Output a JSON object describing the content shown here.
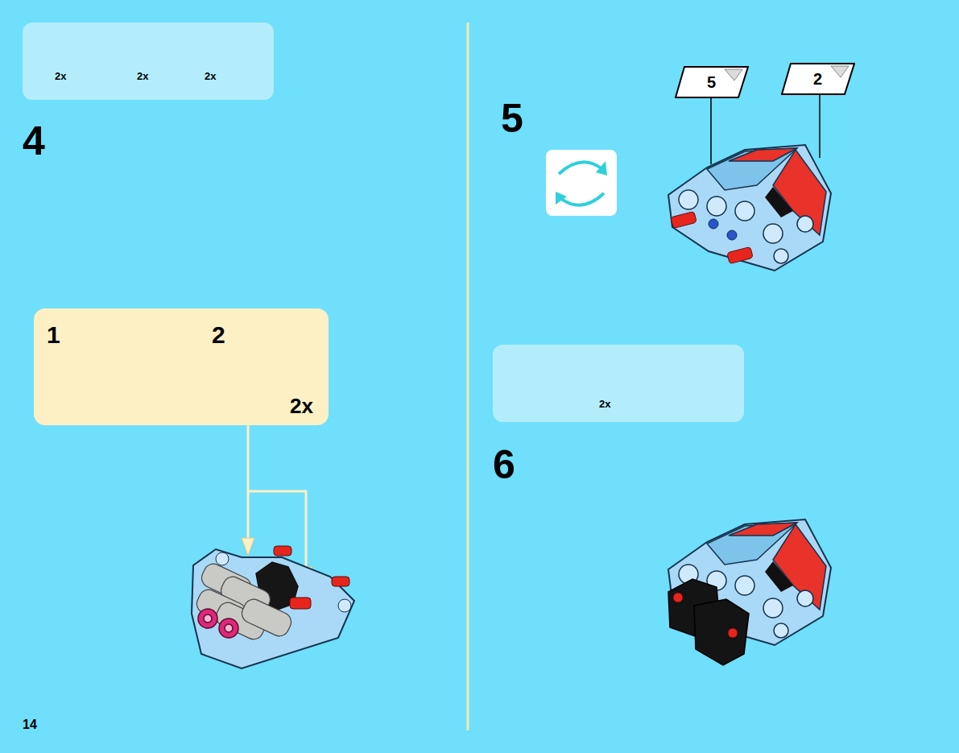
{
  "diagram": {
    "nodes": [
      {
        "text": [
          "2x",
          "2x",
          "2x"
        ]
      },
      {
        "text": [
          "1",
          "2",
          "2x"
        ]
      },
      {
        "text": [
          "2x"
        ]
      },
      {
        "text": [
          "5"
        ]
      },
      {
        "text": [
          "2"
        ]
      }
    ],
    "labels": [
      "4",
      "5",
      "6",
      "14"
    ]
  }
}
